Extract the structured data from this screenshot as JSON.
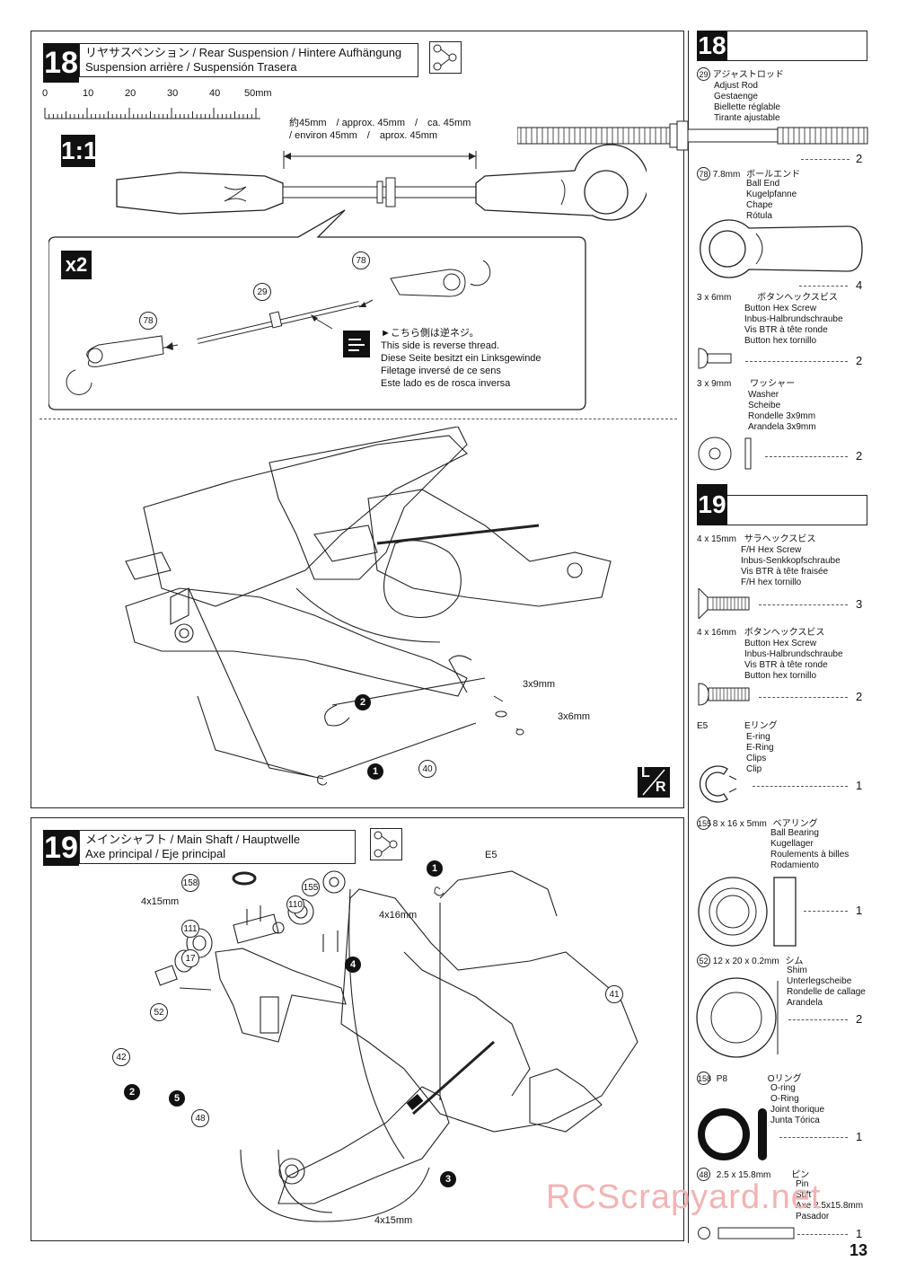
{
  "page_number": "13",
  "watermark": "RCScrapyard.net",
  "step18": {
    "number": "18",
    "title_line1": "リヤサスペンション / Rear Suspension / Hintere Aufhängung",
    "title_line2": "Suspension arrière / Suspensión Trasera",
    "ruler_labels": [
      "0",
      "10",
      "20",
      "30",
      "40",
      "50mm"
    ],
    "scale_badge": "1:1",
    "length_line1": "約45mm　/ approx. 45mm　/　ca. 45mm",
    "length_line2": "/ environ 45mm　/　aprox. 45mm",
    "qty_badge": "x2",
    "reverse_thread": [
      "►こちら側は逆ネジ。",
      "This side is reverse thread.",
      "Diese Seite besitzt ein Linksgewinde",
      "Filetage inversé de ce sens",
      "Este lado es de rosca inversa"
    ],
    "callouts": {
      "c78a": "78",
      "c29": "29",
      "c78b": "78",
      "c40": "40"
    },
    "badges": {
      "b2": "2",
      "b1": "1"
    },
    "labels": {
      "w": "3x9mm",
      "s": "3x6mm"
    },
    "lr_badge": [
      "L",
      "R"
    ]
  },
  "step19": {
    "number": "19",
    "title_line1": "メインシャフト / Main Shaft / Hauptwelle",
    "title_line2": "Axe principal / Eje principal",
    "callouts": {
      "c158": "158",
      "c111": "111",
      "c17": "17",
      "c52": "52",
      "c42": "42",
      "c48": "48",
      "c110": "110",
      "c155": "155",
      "c41": "41"
    },
    "badges": {
      "b1": "1",
      "b2": "2",
      "b3": "3",
      "b4": "4",
      "b5": "5"
    },
    "labels": {
      "l4x15a": "4x15mm",
      "l4x16": "4x16mm",
      "le5": "E5",
      "l4x15b": "4x15mm"
    }
  },
  "parts18": {
    "number": "18",
    "items": [
      {
        "id": "29",
        "size": "",
        "names": [
          "アジャストロッド",
          "Adjust Rod",
          "Gestaenge",
          "Biellette réglable",
          "Tirante ajustable"
        ],
        "qty": "2"
      },
      {
        "id": "78",
        "size": "7.8mm",
        "names": [
          "ボールエンド",
          "Ball End",
          "Kugelpfanne",
          "Chape",
          "Rótula"
        ],
        "qty": "4"
      },
      {
        "id": "",
        "size": "3 x 6mm",
        "names": [
          "ボタンヘックスビス",
          "Button Hex Screw",
          "Inbus-Halbrundschraube",
          "Vis BTR à tête ronde",
          "Button hex tornillo"
        ],
        "qty": "2"
      },
      {
        "id": "",
        "size": "3 x 9mm",
        "names": [
          "ワッシャー",
          "Washer",
          "Scheibe",
          "Rondelle 3x9mm",
          "Arandela 3x9mm"
        ],
        "qty": "2"
      }
    ]
  },
  "parts19": {
    "number": "19",
    "items": [
      {
        "id": "",
        "size": "4 x 15mm",
        "names": [
          "サラヘックスビス",
          "F/H Hex Screw",
          "Inbus-Senkkopfschraube",
          "Vis BTR à tête fraisée",
          "F/H hex tornillo"
        ],
        "qty": "3"
      },
      {
        "id": "",
        "size": "4 x 16mm",
        "names": [
          "ボタンヘックスビス",
          "Button Hex Screw",
          "Inbus-Halbrundschraube",
          "Vis BTR à tête ronde",
          "Button hex tornillo"
        ],
        "qty": "2"
      },
      {
        "id": "",
        "size": "E5",
        "names": [
          "Eリング",
          "E-ring",
          "E-Ring",
          "Clips",
          "Clip"
        ],
        "qty": "1"
      },
      {
        "id": "155",
        "size": "8 x 16 x 5mm",
        "names": [
          "ベアリング",
          "Ball Bearing",
          "Kugellager",
          "Roulements à billes",
          "Rodamiento"
        ],
        "qty": "1"
      },
      {
        "id": "52",
        "size": "12 x 20 x 0.2mm",
        "names": [
          "シム",
          "Shim",
          "Unterlegscheibe",
          "Rondelle de callage",
          "Arandela"
        ],
        "qty": "2"
      },
      {
        "id": "158",
        "size": "P8",
        "names": [
          "Oリング",
          "O-ring",
          "O-Ring",
          "Joint thorique",
          "Junta Tórica"
        ],
        "qty": "1"
      },
      {
        "id": "48",
        "size": "2.5 x 15.8mm",
        "names": [
          "ピン",
          "Pin",
          "Stift",
          "Axe 2.5x15.8mm",
          "Pasador"
        ],
        "qty": "1"
      }
    ]
  }
}
